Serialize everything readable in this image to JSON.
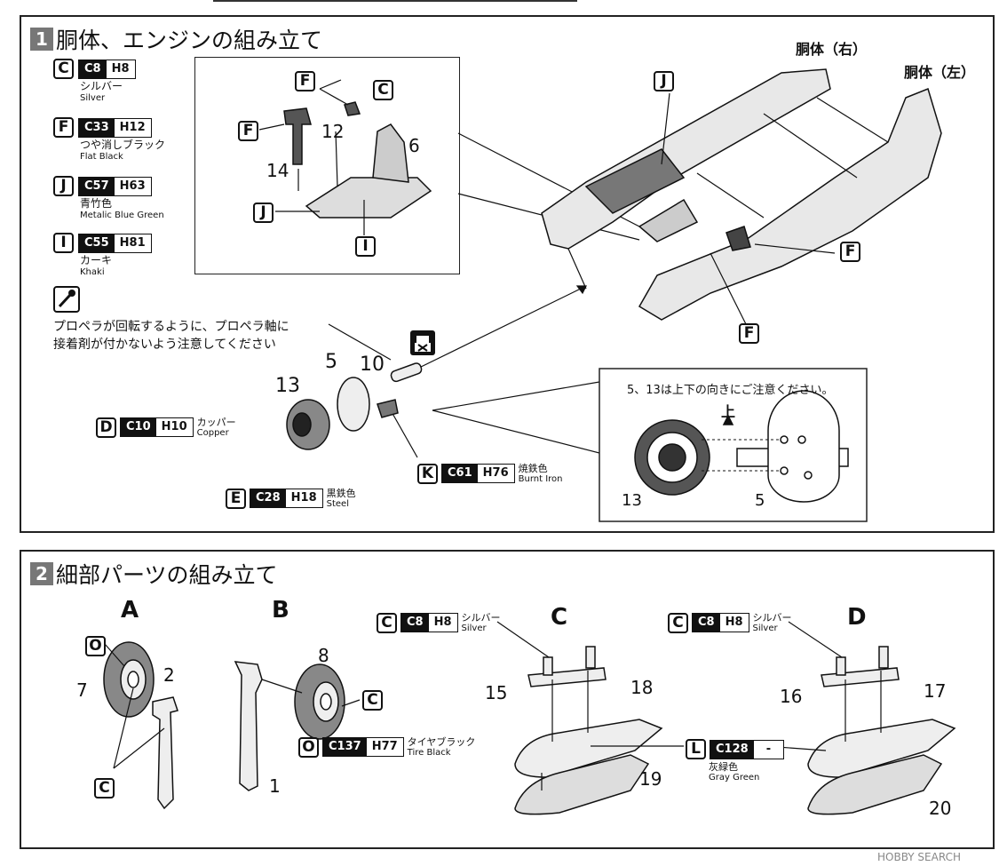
{
  "section1": {
    "num": "1",
    "title": "胴体、エンジンの組み立て",
    "legend": [
      {
        "letter": "C",
        "c": "C8",
        "h": "H8",
        "jp": "シルバー",
        "en": "Silver"
      },
      {
        "letter": "F",
        "c": "C33",
        "h": "H12",
        "jp": "つや消しブラック",
        "en": "Flat Black"
      },
      {
        "letter": "J",
        "c": "C57",
        "h": "H63",
        "jp": "青竹色",
        "en": "Metalic Blue Green"
      },
      {
        "letter": "I",
        "c": "C55",
        "h": "H81",
        "jp": "カーキ",
        "en": "Khaki"
      }
    ],
    "glue_note": "プロペラが回転するように、プロペラ軸に\n接着剤が付かないよう注意してください",
    "fuselage_right": "胴体（右）",
    "fuselage_left": "胴体（左）",
    "part_numbers": {
      "p12": "12",
      "p14": "14",
      "p6": "6",
      "p5": "5",
      "p10": "10",
      "p13": "13"
    },
    "paints": {
      "D": {
        "letter": "D",
        "c": "C10",
        "h": "H10",
        "jp": "カッパー",
        "en": "Copper"
      },
      "E": {
        "letter": "E",
        "c": "C28",
        "h": "H18",
        "jp": "黒鉄色",
        "en": "Steel"
      },
      "K": {
        "letter": "K",
        "c": "C61",
        "h": "H76",
        "jp": "焼鉄色",
        "en": "Burnt Iron"
      }
    },
    "detail_note": "5、13は上下の向きにご注意ください。",
    "up_label": "上",
    "detail_13": "13",
    "detail_5": "5"
  },
  "section2": {
    "num": "2",
    "title": "細部パーツの組み立て",
    "groups": {
      "A": "A",
      "B": "B",
      "C": "C",
      "D": "D"
    },
    "part_numbers": {
      "p7": "7",
      "p2": "2",
      "p8": "8",
      "p1": "1",
      "p15": "15",
      "p18": "18",
      "p19": "19",
      "p16": "16",
      "p17": "17",
      "p20": "20"
    },
    "paint_silver_1": {
      "letter": "C",
      "c": "C8",
      "h": "H8",
      "jp": "シルバー",
      "en": "Silver"
    },
    "paint_silver_2": {
      "letter": "C",
      "c": "C8",
      "h": "H8",
      "jp": "シルバー",
      "en": "Silver"
    },
    "paint_tire": {
      "letter": "O",
      "c": "C137",
      "h": "H77",
      "jp": "タイヤブラック",
      "en": "Tire Black"
    },
    "paint_gray": {
      "letter": "L",
      "c": "C128",
      "h": "-",
      "jp": "灰緑色",
      "en": "Gray Green"
    }
  },
  "watermark": "HOBBY SEARCH"
}
